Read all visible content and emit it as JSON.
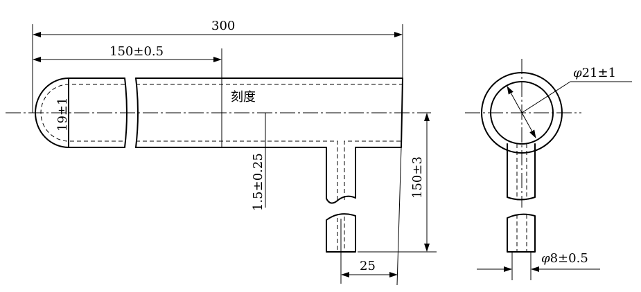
{
  "labels": {
    "overall_length": "300",
    "half_length": "150±0.5",
    "outer_diameter": "19±1",
    "scale_text": "刻度",
    "branch_offset": "1.5±0.25",
    "branch_height": "150±3",
    "branch_spacing": "25",
    "ring_diameter_symbol": "φ",
    "ring_diameter_value": "21±1",
    "branch_diameter_symbol": "φ",
    "branch_diameter_value": "8±0.5"
  }
}
